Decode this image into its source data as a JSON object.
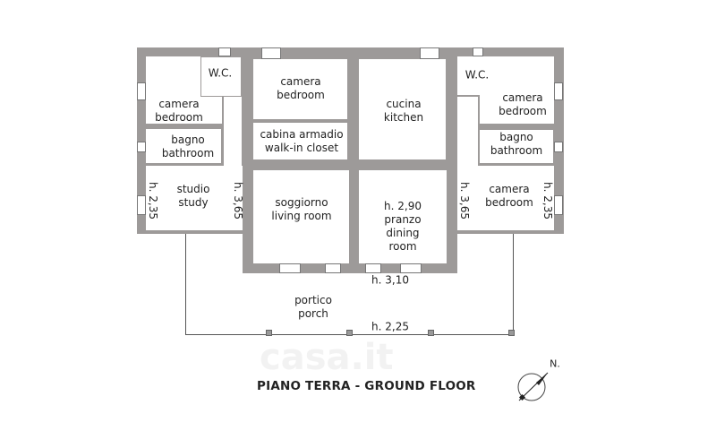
{
  "title": "PIANO TERRA - GROUND FLOOR",
  "watermark": "casa.it",
  "compass_label": "N.",
  "rooms": {
    "wc_left": "W.C.",
    "bedroom_left": [
      "camera",
      "bedroom"
    ],
    "bathroom_left": [
      "bagno",
      "bathroom"
    ],
    "study": [
      "studio",
      "study"
    ],
    "bedroom_center": [
      "camera",
      "bedroom"
    ],
    "closet": [
      "cabina armadio",
      "walk-in closet"
    ],
    "living": [
      "soggiorno",
      "living room"
    ],
    "kitchen": [
      "cucina",
      "kitchen"
    ],
    "dining": [
      "h. 2,90",
      "pranzo",
      "dining",
      "room"
    ],
    "wc_right": "W.C.",
    "bedroom_right_top": [
      "camera",
      "bedroom"
    ],
    "bathroom_right": [
      "bagno",
      "bathroom"
    ],
    "bedroom_right": [
      "camera",
      "bedroom"
    ],
    "porch": [
      "portico",
      "porch"
    ]
  },
  "heights": {
    "study_left": "h. 2,35",
    "study_right": "h. 3,65",
    "bedroom_right_left": "h. 3,65",
    "bedroom_right_right": "h. 2,35",
    "center_bottom": "h. 3,10",
    "porch": "h. 2,25"
  },
  "colors": {
    "wall": "#9d9a99"
  }
}
